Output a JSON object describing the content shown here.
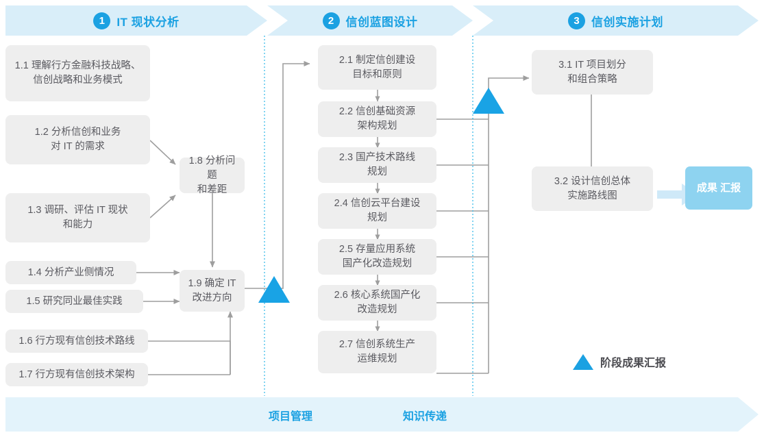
{
  "colors": {
    "accent": "#1ba1e2",
    "banner_bg": "#d9eef9",
    "footer_bg": "#e3f3fb",
    "node_bg": "#eeeeee",
    "node_text": "#5a5a60",
    "chip_bg": "#8ed3f0",
    "connector": "#9e9e9e",
    "divider": "#29b6e8"
  },
  "phases": [
    {
      "number": "1",
      "title": "IT 现状分析"
    },
    {
      "number": "2",
      "title": "信创蓝图设计"
    },
    {
      "number": "3",
      "title": "信创实施计划"
    }
  ],
  "nodes": {
    "n11": {
      "line1": "1.1 理解行方金融科技战略、",
      "line2": "信创战略和业务模式"
    },
    "n12": {
      "line1": "1.2 分析信创和业务",
      "line2": "对 IT 的需求"
    },
    "n13": {
      "line1": "1.3 调研、评估 IT 现状",
      "line2": "和能力"
    },
    "n14": {
      "line1": "1.4 分析产业侧情况",
      "line2": ""
    },
    "n15": {
      "line1": "1.5 研究同业最佳实践",
      "line2": ""
    },
    "n16": {
      "line1": "1.6 行方现有信创技术路线",
      "line2": ""
    },
    "n17": {
      "line1": "1.7 行方现有信创技术架构",
      "line2": ""
    },
    "n18": {
      "line1": "1.8 分析问题",
      "line2": "和差距"
    },
    "n19": {
      "line1": "1.9 确定 IT",
      "line2": "改进方向"
    },
    "n21": {
      "line1": "2.1 制定信创建设",
      "line2": "目标和原则"
    },
    "n22": {
      "line1": "2.2 信创基础资源",
      "line2": "架构规划"
    },
    "n23": {
      "line1": "2.3 国产技术路线",
      "line2": "规划"
    },
    "n24": {
      "line1": "2.4 信创云平台建设",
      "line2": "规划"
    },
    "n25": {
      "line1": "2.5 存量应用系统",
      "line2": "国产化改造规划"
    },
    "n26": {
      "line1": "2.6 核心系统国产化",
      "line2": "改造规划"
    },
    "n27": {
      "line1": "2.7 信创系统生产",
      "line2": "运维规划"
    },
    "n31": {
      "line1": "3.1 IT 项目划分",
      "line2": "和组合策略"
    },
    "n32": {
      "line1": "3.2 设计信创总体",
      "line2": "实施路线图"
    }
  },
  "result_chip": {
    "line1": "成果",
    "line2": "汇报"
  },
  "legend": {
    "label": "阶段成果汇报",
    "marker": "triangle-up-icon"
  },
  "footer": {
    "project_management": "项目管理",
    "knowledge_transfer": "知识传递"
  }
}
